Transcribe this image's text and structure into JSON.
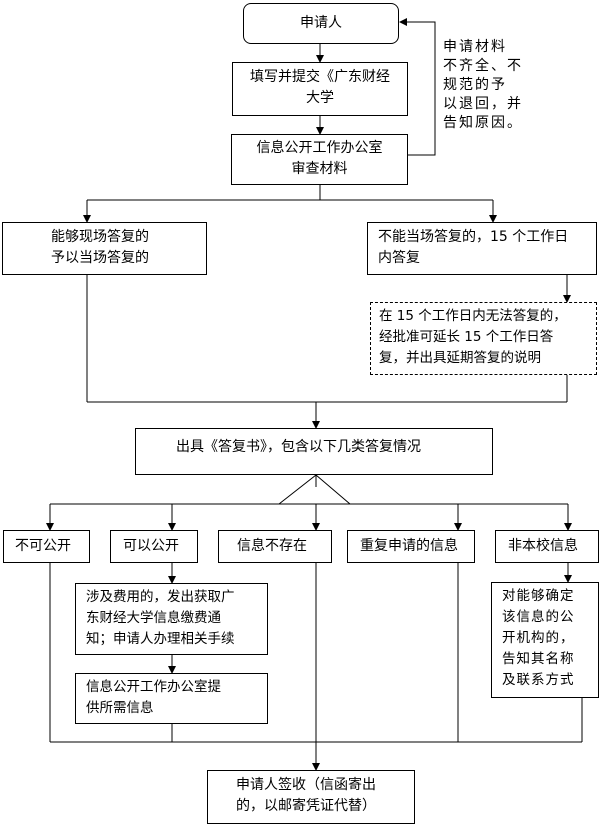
{
  "flowchart": {
    "applicant": "申请人",
    "submit": [
      "填写并提交《广东财经",
      "大学"
    ],
    "review": [
      "信息公开工作办公室",
      "审查材料"
    ],
    "side_note": [
      "申请材料",
      "不齐全、不",
      "规范的予",
      "以退回，并",
      "告知原因。"
    ],
    "immediate": [
      "能够现场答复的",
      "予以当场答复的"
    ],
    "not_immediate": [
      "不能当场答复的，15 个工作日",
      "内答复"
    ],
    "extension": [
      "在 15 个工作日内无法答复的，",
      "经批准可延长 15 个工作日答",
      "复，并出具延期答复的说明"
    ],
    "reply_letter": "出具《答复书》，包含以下几类答复情况",
    "outcomes": {
      "not_public": "不可公开",
      "public": "可以公开",
      "not_exist": "信息不存在",
      "duplicate": "重复申请的信息",
      "not_school": "非本校信息"
    },
    "fee_notice": [
      "涉及费用的，发出获取广",
      "东财经大学信息缴费通",
      "知；申请人办理相关手续"
    ],
    "provide_info": [
      "信息公开工作办公室提",
      "供所需信息"
    ],
    "other_org": [
      "对能够确定",
      "该信息的公",
      "开机构的，",
      "告知其名称",
      "及联系方式"
    ],
    "sign": [
      "申请人签收（信函寄出",
      "的，以邮寄凭证代替）"
    ]
  }
}
